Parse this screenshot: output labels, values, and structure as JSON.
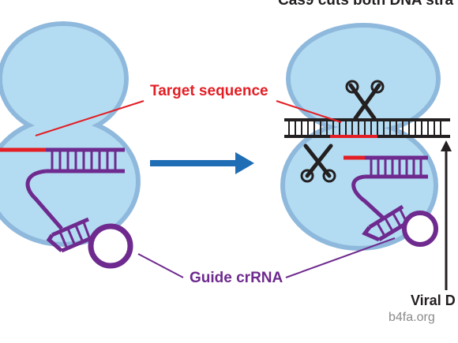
{
  "diagram": {
    "title": "Cas9 cuts both DNA stra",
    "labels": {
      "target_sequence": "Target sequence",
      "guide_crrna": "Guide crRNA",
      "viral_dna": "Viral D"
    },
    "watermark": "b4fa.org",
    "icons": {
      "scissors_upper": "scissors-icon",
      "scissors_lower": "scissors-icon",
      "process_arrow": "arrow-right-icon",
      "dna_pointer": "arrow-up-icon"
    },
    "colors": {
      "cas9_fill": "#b3dcf2",
      "cas9_stroke": "#8fb9dc",
      "target": "#e31e24",
      "guide_rna": "#6e2a8e",
      "dna": "#231f20",
      "process_arrow": "#1f6db5",
      "watermark": "#8a8a8a"
    }
  }
}
